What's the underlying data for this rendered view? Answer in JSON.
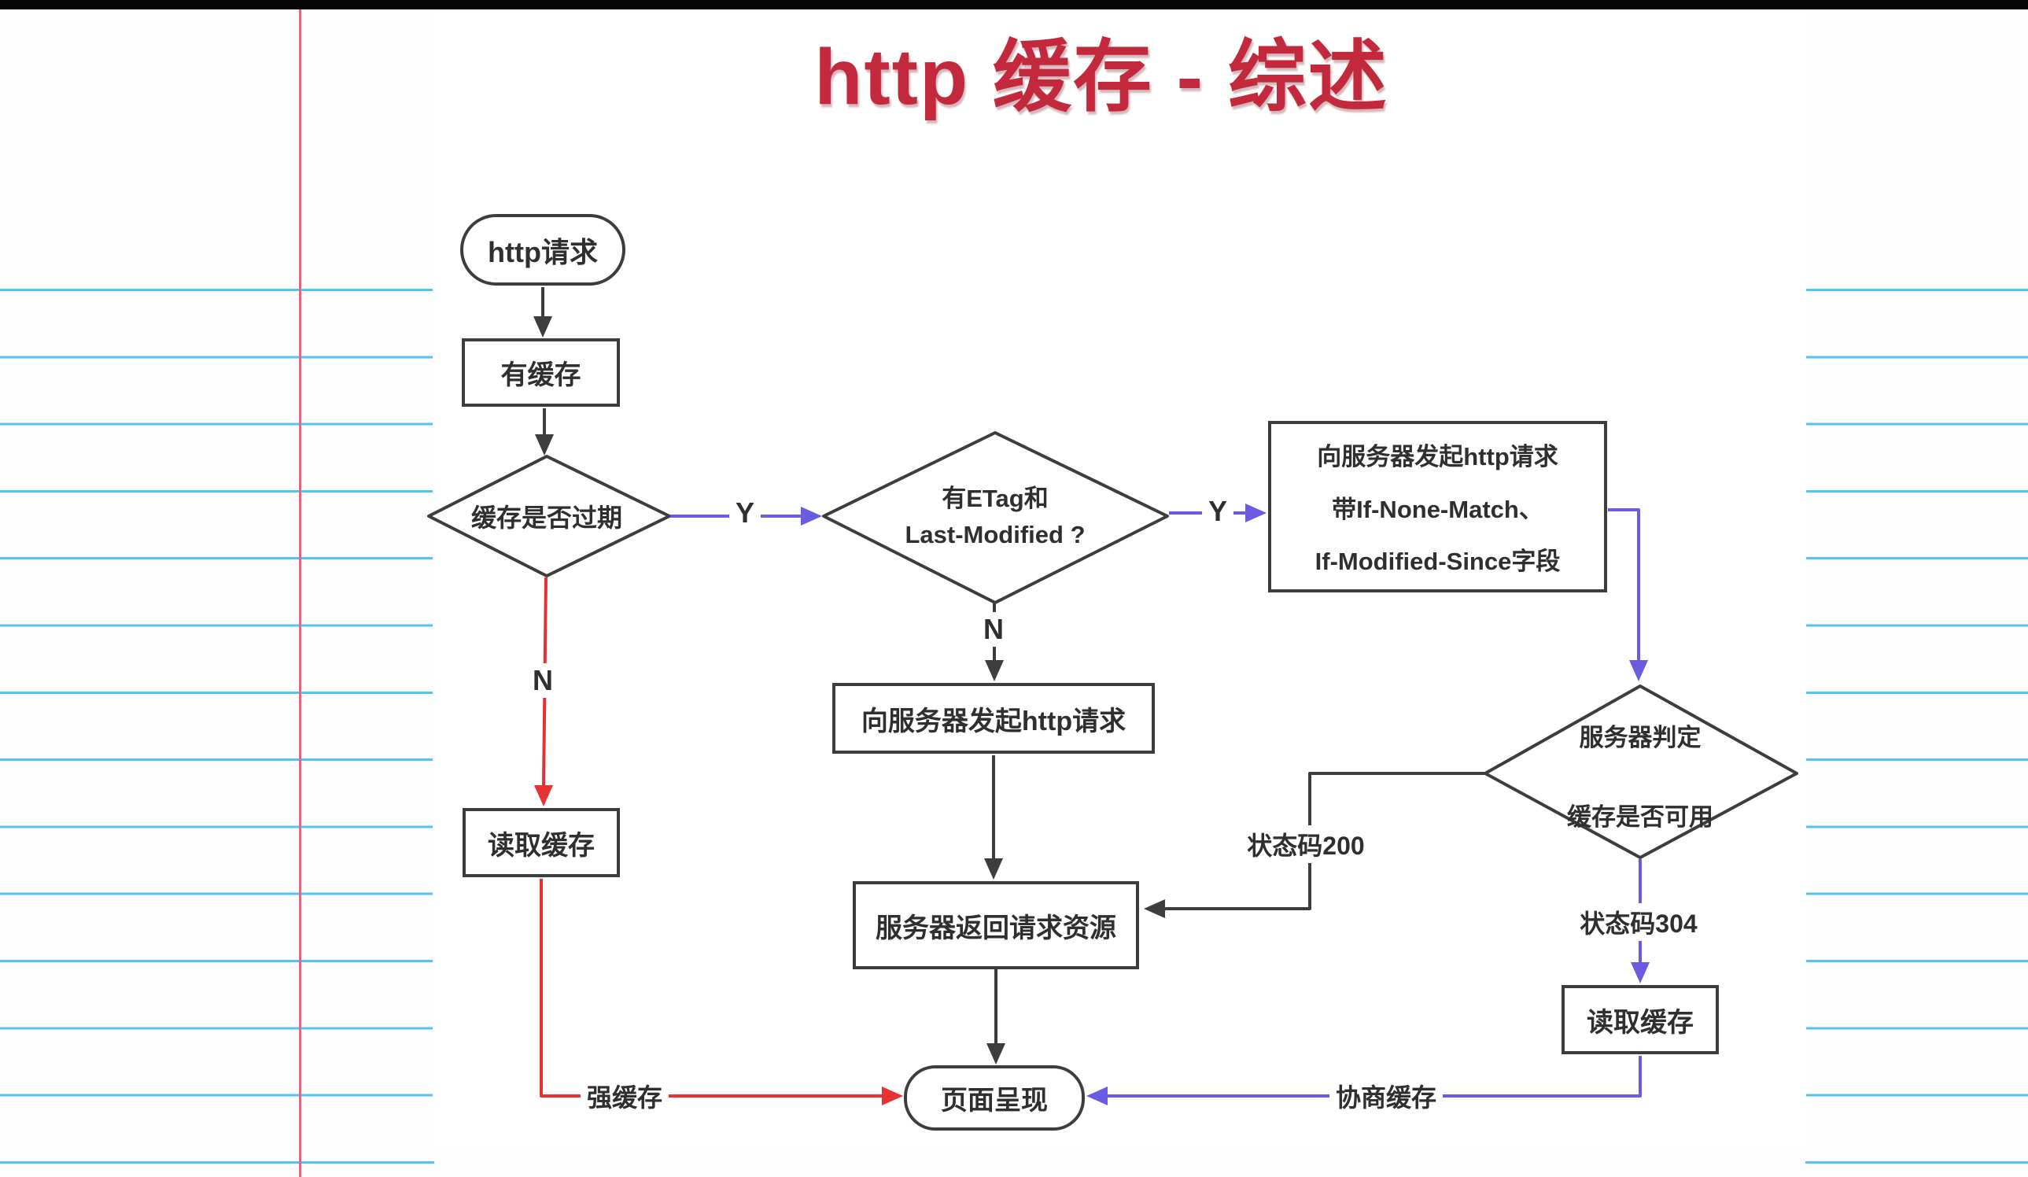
{
  "title": "http 缓存 - 综述",
  "flowchart": {
    "nodes": {
      "start": {
        "label": "http请求"
      },
      "has_cache": {
        "label": "有缓存"
      },
      "cache_expired": {
        "label": "缓存是否过期"
      },
      "has_etag": {
        "line1": "有ETag和",
        "line2": "Last-Modified ?"
      },
      "request_with_validators": {
        "line1": "向服务器发起http请求",
        "line2": "带If-None-Match、",
        "line3": "If-Modified-Since字段"
      },
      "request_http": {
        "label": "向服务器发起http请求"
      },
      "server_judge": {
        "line1": "服务器判定",
        "line2": "缓存是否可用"
      },
      "server_return": {
        "label": "服务器返回请求资源"
      },
      "read_cache_left": {
        "label": "读取缓存"
      },
      "read_cache_right": {
        "label": "读取缓存"
      },
      "page_render": {
        "label": "页面呈现"
      }
    },
    "edge_labels": {
      "y1": "Y",
      "y2": "Y",
      "n1": "N",
      "n2": "N",
      "status_200": "状态码200",
      "status_304": "状态码304",
      "strong_cache": "强缓存",
      "negotiated_cache": "协商缓存"
    }
  },
  "colors": {
    "title_red": "#c2293d",
    "flow_black": "#3d3d3d",
    "flow_red": "#e63232",
    "flow_purple": "#6a5be0",
    "ruled_line": "#53c3f0",
    "margin_line": "#f06080",
    "node_text": "#2f2f2f"
  }
}
